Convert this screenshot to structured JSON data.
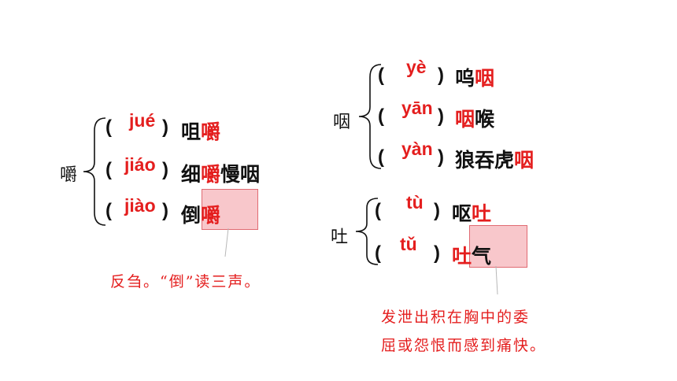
{
  "groups": {
    "jue": {
      "head": "嚼",
      "rows": [
        {
          "open": "(",
          "pinyin": "jué",
          "close": ")",
          "pre": "咀",
          "red": "嚼",
          "post": ""
        },
        {
          "open": "(",
          "pinyin": "jiáo",
          "close": ")",
          "pre": "细",
          "red": "嚼",
          "post": "慢咽"
        },
        {
          "open": "(",
          "pinyin": "jiào",
          "close": ")",
          "pre": "倒",
          "red": "嚼",
          "post": ""
        }
      ],
      "note": "反刍。“倒”读三声。"
    },
    "yan": {
      "head": "咽",
      "rows": [
        {
          "open": "(",
          "pinyin": "yè",
          "close": ")",
          "pre": "呜",
          "red": "咽",
          "post": ""
        },
        {
          "open": "(",
          "pinyin": "yān",
          "close": ")",
          "pre": "",
          "red": "咽",
          "post": "喉"
        },
        {
          "open": "(",
          "pinyin": "yàn",
          "close": ")",
          "pre": "狼吞虎",
          "red": "咽",
          "post": ""
        }
      ]
    },
    "tu": {
      "head": "吐",
      "rows": [
        {
          "open": "(",
          "pinyin": "tù",
          "close": ")",
          "pre": "呕",
          "red": "吐",
          "post": ""
        },
        {
          "open": "(",
          "pinyin": "tǔ",
          "close": ")",
          "pre": "",
          "red": "吐",
          "post": "气"
        }
      ],
      "note_lines": [
        "发泄出积在胸中的委",
        "屈或怨恨而感到痛快。"
      ]
    }
  },
  "colors": {
    "accent": "#e41e1e",
    "highlight_box": "#f0828c"
  }
}
